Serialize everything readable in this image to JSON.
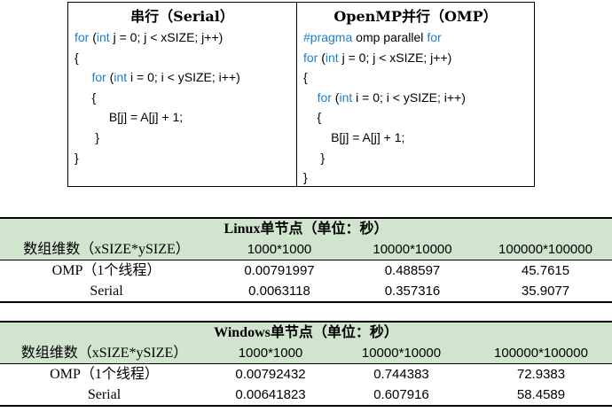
{
  "code": {
    "serial": {
      "title": "串行（Serial）",
      "lines": [
        {
          "kw": "for",
          "rest_open": " (",
          "kw2": "int",
          "rest": " j = 0; j < xSIZE; j++)"
        },
        {
          "text": "{"
        },
        {
          "indent": "     ",
          "kw": "for",
          "rest_open": " (",
          "kw2": "int",
          "rest": " i = 0; i < ySIZE; i++)"
        },
        {
          "text": "     {"
        },
        {
          "text": "          B[j] = A[j] + 1;"
        },
        {
          "text": "      }"
        },
        {
          "text": "}"
        }
      ]
    },
    "omp": {
      "title": "OpenMP并行（OMP）",
      "pragma": "#pragma",
      "pragma_rest": " omp parallel ",
      "pragma_for": "for",
      "lines": [
        {
          "kw": "for",
          "rest_open": " (",
          "kw2": "int",
          "rest": " j = 0; j < xSIZE; j++)"
        },
        {
          "text": "{"
        },
        {
          "indent": "    ",
          "kw": "for",
          "rest_open": " (",
          "kw2": "int",
          "rest": " i = 0; i < ySIZE; i++)"
        },
        {
          "text": "    {"
        },
        {
          "text": "        B[j] = A[j] + 1;"
        },
        {
          "text": "     }"
        },
        {
          "text": "}"
        }
      ]
    }
  },
  "linux": {
    "title": "Linux单节点（单位：秒）",
    "header": [
      "数组维数（xSIZE*ySIZE）",
      "1000*1000",
      "10000*10000",
      "100000*100000"
    ],
    "rows": [
      [
        "OMP（1个线程）",
        "0.00791997",
        "0.488597",
        "45.7615"
      ],
      [
        "Serial",
        "0.0063118",
        "0.357316",
        "35.9077"
      ]
    ]
  },
  "windows": {
    "title": "Windows单节点（单位：秒）",
    "header": [
      "数组维数（xSIZE*ySIZE）",
      "1000*1000",
      "10000*10000",
      "100000*100000"
    ],
    "rows": [
      [
        "OMP（1个线程）",
        "0.00792432",
        "0.744383",
        "72.9383"
      ],
      [
        "Serial",
        "0.00641823",
        "0.607916",
        "58.4589"
      ]
    ]
  }
}
